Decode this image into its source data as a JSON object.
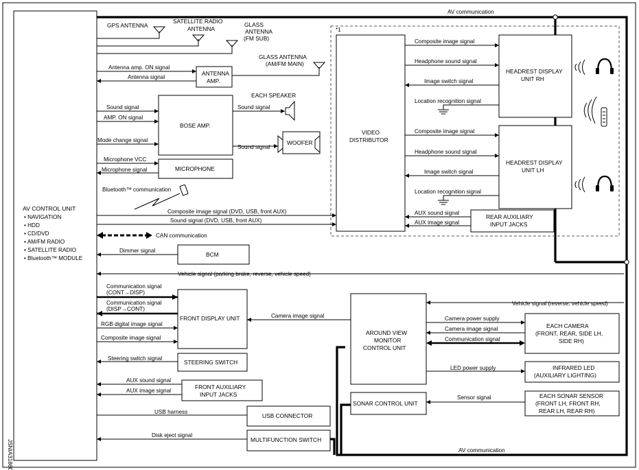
{
  "footnote_mark": "*1",
  "side_code": "JSNIA3186GB",
  "av_comm": "AV communication",
  "can_comm": "CAN communication",
  "av_unit": {
    "title": "AV CONTROL UNIT",
    "items": [
      "• NAVIGATION",
      "• HDD",
      "• CD/DVD",
      "• AM/FM RADIO",
      "• SATELLITE RADIO",
      "• Bluetooth™ MODULE"
    ]
  },
  "antennas": {
    "gps": "GPS ANTENNA",
    "sat": [
      "SATELLITE RADIO",
      "ANTENNA"
    ],
    "glass_fm": [
      "GLASS",
      "ANTENNA",
      "(FM SUB)"
    ],
    "glass_am": [
      "GLASS ANTENNA",
      "(AM/FM MAIN)"
    ]
  },
  "boxes": {
    "antenna_amp": [
      "ANTENNA",
      "AMP."
    ],
    "bose_amp": "BOSE AMP.",
    "microphone": "MICROPHONE",
    "woofer": "WOOFER",
    "video_dist": [
      "VIDEO",
      "DISTRIBUTOR"
    ],
    "hd_rh": [
      "HEADREST DISPLAY",
      "UNIT RH"
    ],
    "hd_lh": [
      "HEADREST DISPLAY",
      "UNIT LH"
    ],
    "rear_aux": [
      "REAR AUXILIARY",
      "INPUT JACKS"
    ],
    "bcm": "BCM",
    "front_display": "FRONT DISPLAY UNIT",
    "steering": "STEERING SWITCH",
    "front_aux": [
      "FRONT AUXILIARY",
      "INPUT JACKS"
    ],
    "usb": "USB CONNECTOR",
    "multi": "MULTIFUNCTION SWITCH",
    "avm": [
      "AROUND VIEW",
      "MONITOR",
      "CONTROL UNIT"
    ],
    "sonar": "SONAR CONTROL UNIT",
    "camera": [
      "EACH CAMERA",
      "(FRONT, REAR, SIDE LH,",
      "SIDE RH)"
    ],
    "ir_led": [
      "INFRARED LED",
      "(AUXILIARY  LIGHTING)"
    ],
    "sonar_sensor": [
      "EACH SONAR SENSOR",
      "(FRONT LH, FRONT RH,",
      "REAR LH, REAR RH)"
    ]
  },
  "signals": {
    "amp_on": "Antenna amp. ON signal",
    "ant_sig": "Antenna signal",
    "each_speaker": "EACH SPEAKER",
    "sound": "Sound signal",
    "amp_on2": "AMP. ON signal",
    "mode_change": "Mode change signal",
    "sound_out": "Sound signal",
    "sound_woofer": "Sound signal",
    "mic_vcc": "Microphone VCC",
    "mic_sig": "Microphone signal",
    "bt_comm": "Bluetooth™ communication",
    "comp_rh": "Composite image signal",
    "hp_rh": "Headphone sound signal",
    "sw_rh": "Image switch signal",
    "loc_rh": "Location recognition signal",
    "comp_lh": "Composite image signal",
    "hp_lh": "Headphone sound signal",
    "sw_lh": "Image switch signal",
    "loc_lh": "Location recognition signal",
    "aux_sound_rear": "AUX sound signal",
    "aux_image_rear": "AUX image signal",
    "comp_main": "Composite image signal (DVD, USB, front AUX)",
    "sound_main": "Sound signal (DVD, USB, front AUX)",
    "dimmer": "Dimmer signal",
    "vehicle": "Vehicle signal (parking brake, reverse, vehicle speed)",
    "comm1": [
      "Communication signal",
      "(CONT→DISP)"
    ],
    "comm2": [
      "Communication signal",
      "(DISP→CONT)"
    ],
    "rgb": "RGB digital image signal",
    "comp_fd": "Composite image signal",
    "cam_img": "Camera image signal",
    "vehicle2": "Vehicle signal (reverse, vehicle speed)",
    "cam_power": "Camera power supply",
    "cam_img2": "Camera image signal",
    "comm3": "Communication signal",
    "led_power": "LED power supply",
    "sensor": "Sensor signal",
    "steer_sig": "Steering switch signal",
    "aux_sound_front": "AUX sound signal",
    "aux_image_front": "AUX image signal",
    "usb_harness": "USB harness",
    "disk_eject": "Disk eject signal"
  }
}
